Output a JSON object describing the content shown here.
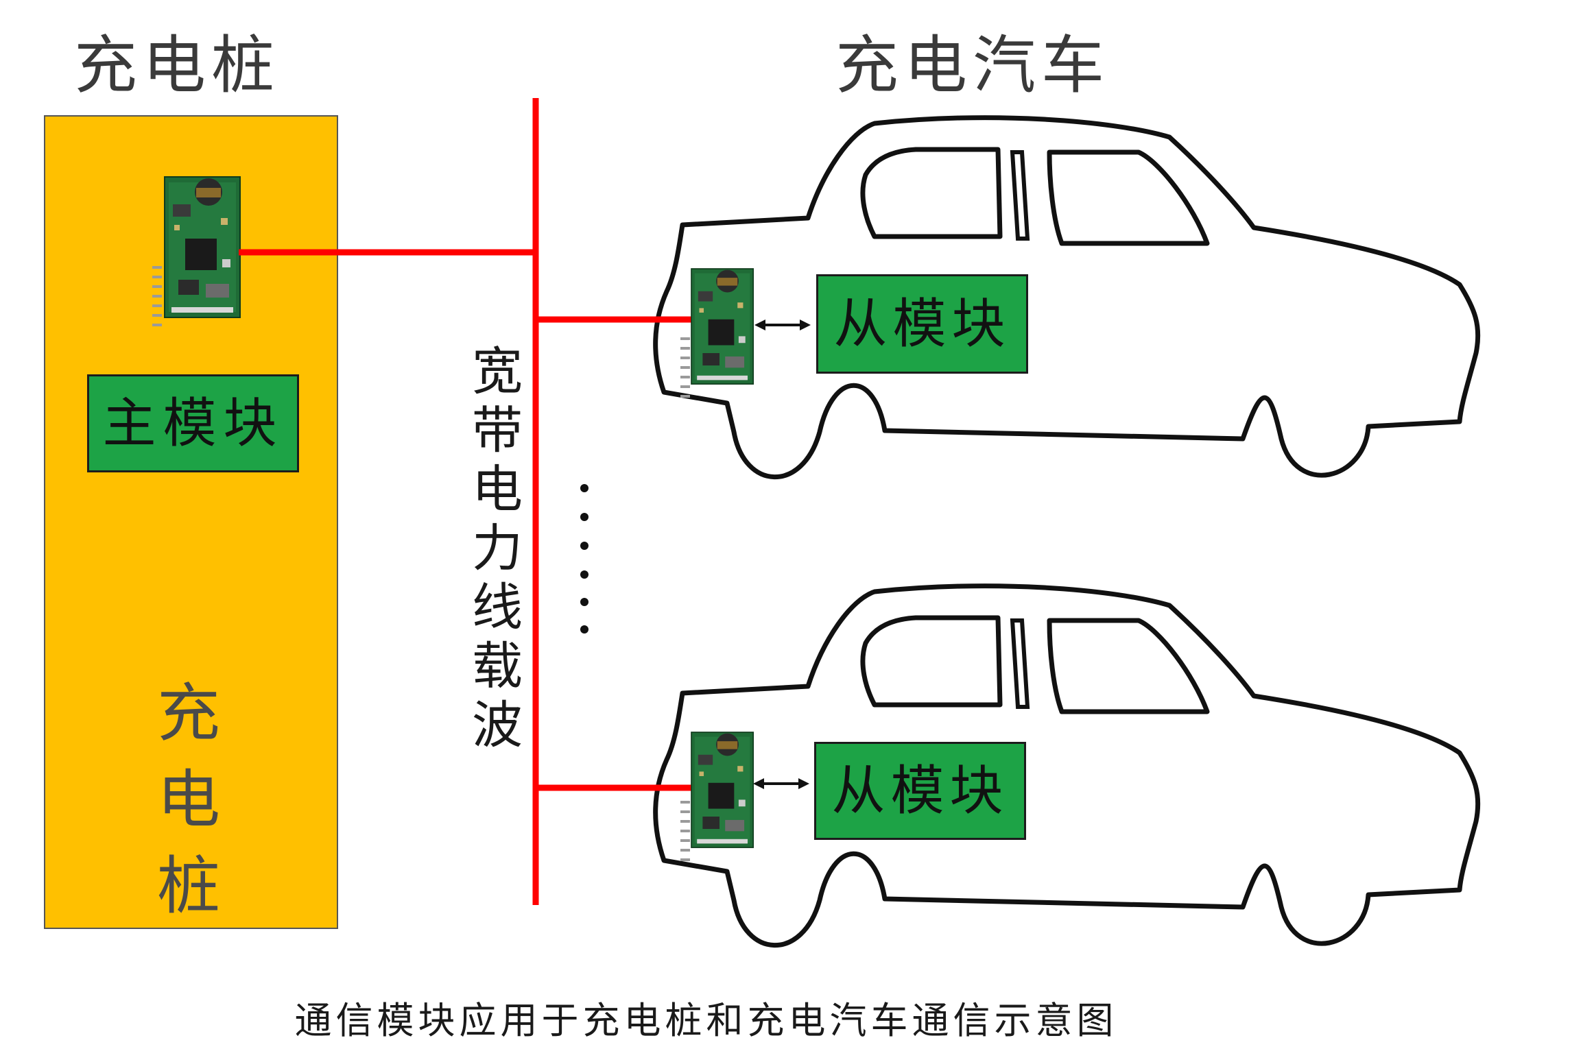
{
  "headings": {
    "charging_pile": "充电桩",
    "electric_car": "充电汽车"
  },
  "pile": {
    "vertical_label": [
      "充",
      "电",
      "桩"
    ],
    "master_module": "主模块"
  },
  "bus": {
    "vertical_label": [
      "宽",
      "带",
      "电",
      "力",
      "线",
      "载",
      "波"
    ]
  },
  "cars": [
    {
      "slave_module": "从模块"
    },
    {
      "slave_module": "从模块"
    }
  ],
  "caption": "通信模块应用于充电桩和充电汽车通信示意图",
  "colors": {
    "pile_fill": "#FFC000",
    "bus_line": "#FF0000",
    "module_fill": "#1DA346",
    "board_green": "#1F6B36"
  }
}
